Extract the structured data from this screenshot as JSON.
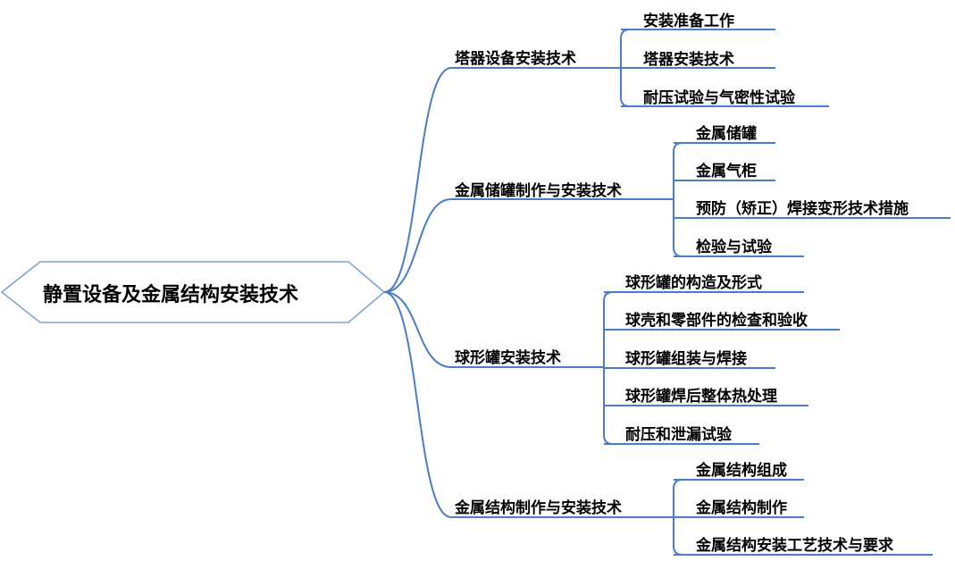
{
  "root": {
    "label": "静置设备及金属结构安装技术"
  },
  "branches": [
    {
      "label": "塔器设备安装技术",
      "children": [
        "安装准备工作",
        "塔器安装技术",
        "耐压试验与气密性试验"
      ]
    },
    {
      "label": "金属储罐制作与安装技术",
      "children": [
        "金属储罐",
        "金属气柜",
        "预防（矫正）焊接变形技术措施",
        "检验与试验"
      ]
    },
    {
      "label": "球形罐安装技术",
      "children": [
        "球形罐的构造及形式",
        "球壳和零部件的检查和验收",
        "球形罐组装与焊接",
        "球形罐焊后整体热处理",
        "耐压和泄漏试验"
      ]
    },
    {
      "label": "金属结构制作与安装技术",
      "children": [
        "金属结构组成",
        "金属结构制作",
        "金属结构安装工艺技术与要求"
      ]
    }
  ],
  "colors": {
    "line": "#4a7dc8",
    "root_border": "#7ba3d6",
    "text": "#000000"
  }
}
